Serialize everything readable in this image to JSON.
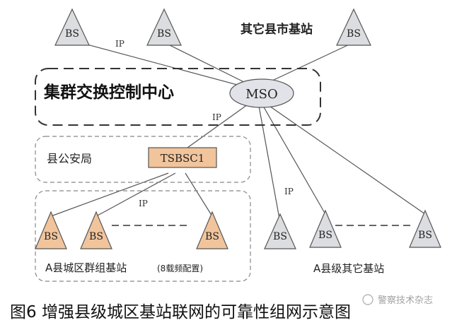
{
  "diagram": {
    "labels": {
      "other_county_stations": "其它县市基站",
      "cluster_center": "集群交换控制中心",
      "county_police": "县公安局",
      "a_county_cluster": "A县城区群组基站",
      "a_county_cluster_note": "(8载频配置)",
      "a_county_other": "A县级其它基站"
    },
    "nodes": {
      "mso": "MSO",
      "tsbsc": "TSBSC1",
      "bs": "BS"
    },
    "link_labels": {
      "ip_top": "IP",
      "ip_mso_tsbsc": "IP",
      "ip_cluster": "IP",
      "ip_right": "IP"
    },
    "caption": "图6  增强县级城区基站联网的可靠性组网示意图",
    "watermark": "警察技术杂志",
    "colors": {
      "bs_gray": "#dcdde1",
      "bs_orange": "#f1c49c",
      "tsbsc_fill": "#f1c49c",
      "mso_fill": "#e2e3e8",
      "line": "#555555"
    }
  }
}
